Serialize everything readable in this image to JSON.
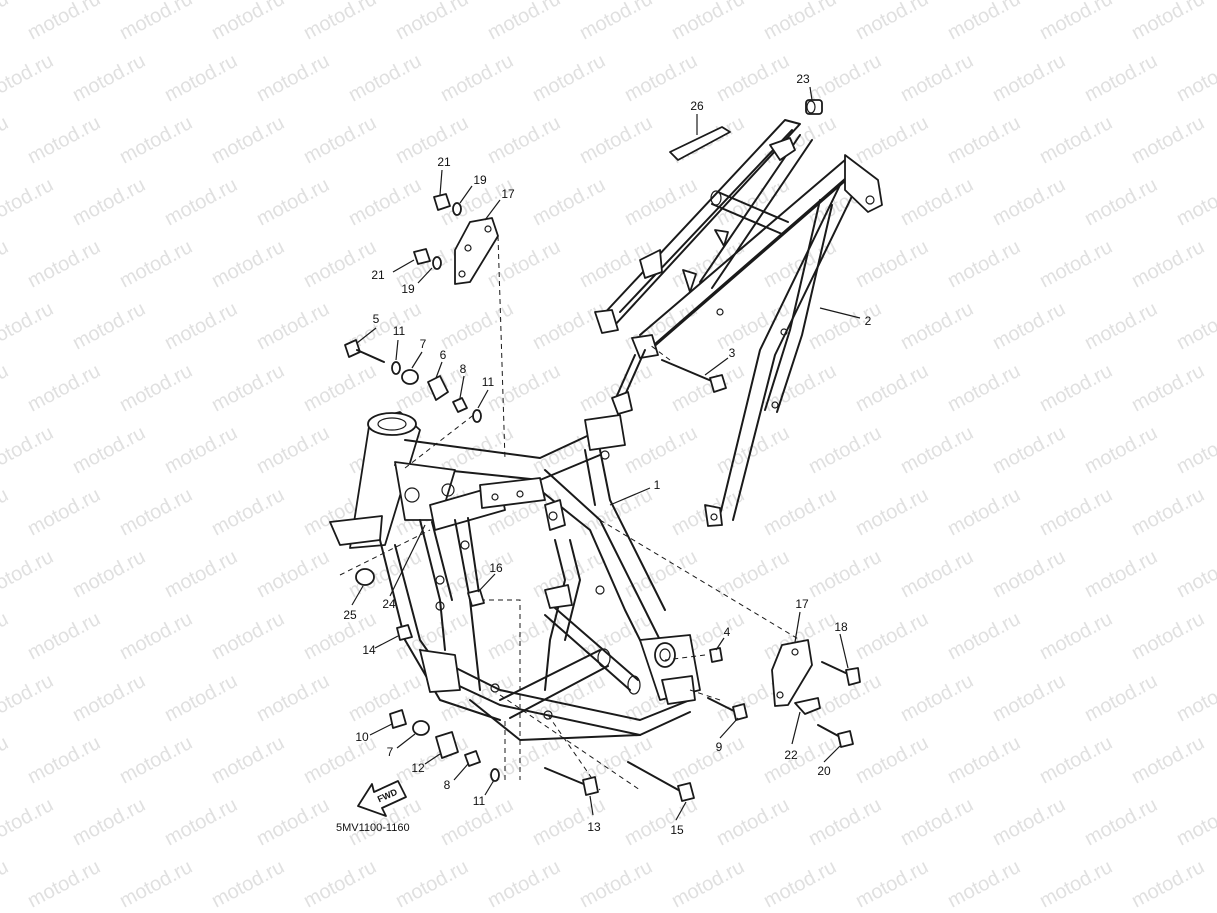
{
  "watermark": "motod.ru",
  "diagram_code": "5MV1100-1160",
  "fwd_label": "FWD",
  "parts": [
    "1",
    "2",
    "3",
    "4",
    "5",
    "6",
    "7",
    "8",
    "9",
    "10",
    "11",
    "12",
    "13",
    "14",
    "15",
    "16",
    "17",
    "18",
    "19",
    "20",
    "21",
    "22",
    "23",
    "24",
    "25",
    "26"
  ],
  "callouts": [
    {
      "id": "23",
      "name": "label-23"
    },
    {
      "id": "26",
      "name": "label-26"
    },
    {
      "id": "21",
      "name": "label-21-top"
    },
    {
      "id": "19",
      "name": "label-19-top"
    },
    {
      "id": "17",
      "name": "label-17-top"
    },
    {
      "id": "21",
      "name": "label-21-mid"
    },
    {
      "id": "19",
      "name": "label-19-mid"
    },
    {
      "id": "2",
      "name": "label-2"
    },
    {
      "id": "5",
      "name": "label-5"
    },
    {
      "id": "11",
      "name": "label-11-a"
    },
    {
      "id": "7",
      "name": "label-7-top"
    },
    {
      "id": "6",
      "name": "label-6"
    },
    {
      "id": "8",
      "name": "label-8-top"
    },
    {
      "id": "11",
      "name": "label-11-b"
    },
    {
      "id": "3",
      "name": "label-3"
    },
    {
      "id": "1",
      "name": "label-1"
    },
    {
      "id": "16",
      "name": "label-16"
    },
    {
      "id": "25",
      "name": "label-25"
    },
    {
      "id": "24",
      "name": "label-24"
    },
    {
      "id": "14",
      "name": "label-14"
    },
    {
      "id": "17",
      "name": "label-17-bottom"
    },
    {
      "id": "18",
      "name": "label-18"
    },
    {
      "id": "4",
      "name": "label-4"
    },
    {
      "id": "9",
      "name": "label-9"
    },
    {
      "id": "22",
      "name": "label-22"
    },
    {
      "id": "20",
      "name": "label-20"
    },
    {
      "id": "10",
      "name": "label-10"
    },
    {
      "id": "7",
      "name": "label-7-bottom"
    },
    {
      "id": "12",
      "name": "label-12"
    },
    {
      "id": "8",
      "name": "label-8-bottom"
    },
    {
      "id": "11",
      "name": "label-11-c"
    },
    {
      "id": "13",
      "name": "label-13"
    },
    {
      "id": "15",
      "name": "label-15"
    }
  ]
}
